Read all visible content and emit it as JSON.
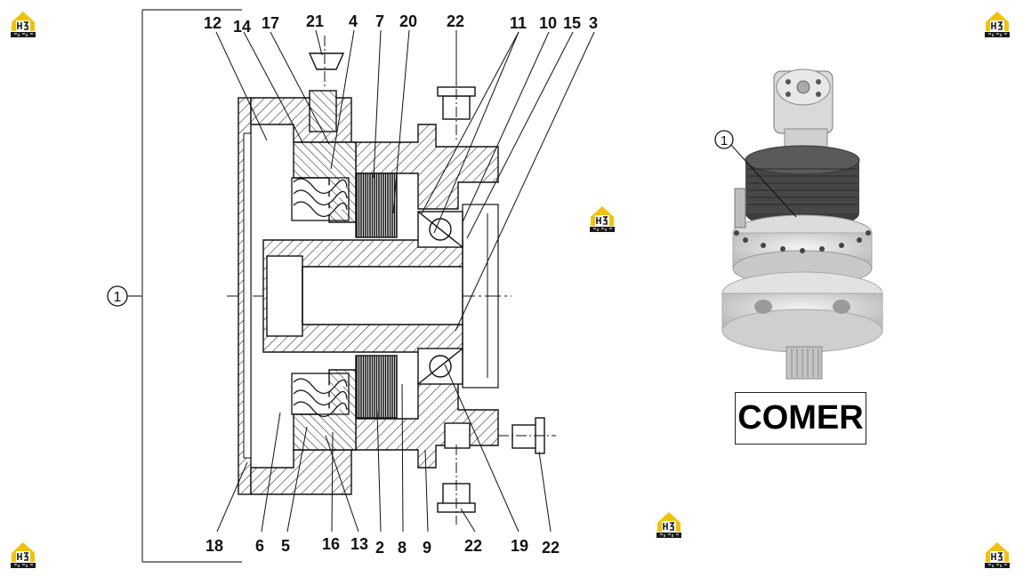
{
  "callouts_top": [
    "12",
    "14",
    "17",
    "21",
    "4",
    "7",
    "20",
    "22",
    "11",
    "10",
    "15",
    "3"
  ],
  "callouts_bottom": [
    "18",
    "6",
    "5",
    "16",
    "13",
    "2",
    "8",
    "9",
    "22",
    "19",
    "22"
  ],
  "callout_assembly": "1",
  "photo_callout": "1",
  "brand_logo": {
    "icon": "hb-logo-icon",
    "colors": {
      "yellow": "#f2c200",
      "dark": "#1a1a1a"
    }
  },
  "label_box": "COMER"
}
